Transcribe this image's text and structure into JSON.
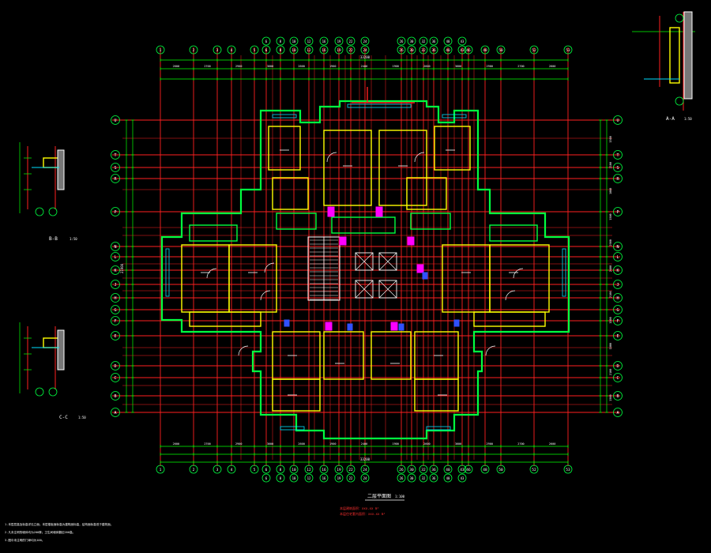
{
  "drawing": {
    "title": "二层平面图",
    "title_scale": "1:100",
    "red_note_1": "本层建筑面积：xxx.xx m²",
    "red_note_2": "本层住宅套内面积：xxx.xx m²",
    "notes": [
      "1.本层层高及标高详见立面；本层楼板面标高为建筑面标高，结构面标高低于建筑面。",
      "2.凡未注明的墙体均为200厚；卫生间墙体翻边200高。",
      "3.图中未注明的门垛均为100。"
    ]
  },
  "col_axes": [
    "1",
    "2",
    "3",
    "4",
    "5",
    "6",
    "8",
    "10",
    "12",
    "16",
    "19",
    "22",
    "24",
    "26",
    "30",
    "32",
    "36",
    "40",
    "43",
    "46",
    "48",
    "50",
    "52",
    "53"
  ],
  "row_axes": [
    "U",
    "T",
    "S",
    "R",
    "P",
    "N",
    "L",
    "K",
    "J",
    "H",
    "G",
    "F",
    "E",
    "D",
    "C",
    "B",
    "A"
  ],
  "dims": {
    "top_overall": "33200",
    "bottom_overall": "33200",
    "left_overall": "21900",
    "top_segments": [
      "2600",
      "2700",
      "2900",
      "3600",
      "2600",
      "1900",
      "2400",
      "1900",
      "2600",
      "3600",
      "2900",
      "2700",
      "2600"
    ],
    "bottom_segments": [
      "2600",
      "2700",
      "2900",
      "3600",
      "2600",
      "1900",
      "2400",
      "1900",
      "2600",
      "3600",
      "2900",
      "2700",
      "2600"
    ],
    "side_segments": [
      "1500",
      "2100",
      "1800",
      "1500",
      "2900",
      "2400",
      "2100",
      "1500",
      "1800",
      "2100",
      "1500"
    ]
  },
  "details": {
    "a_a": {
      "title": "A-A",
      "scale": "1:50"
    },
    "b_b": {
      "title": "B-B",
      "scale": "1:50"
    },
    "c_c": {
      "title": "C-C",
      "scale": "1:50"
    }
  },
  "colors": {
    "axis_grid": "#ff2020",
    "dimension": "#00ff00",
    "walls": "#ffff00",
    "outline": "#00ff40",
    "text": "#ffffff",
    "cyan": "#00e0ff",
    "magenta": "#ff00ff",
    "blue": "#3050ff"
  }
}
